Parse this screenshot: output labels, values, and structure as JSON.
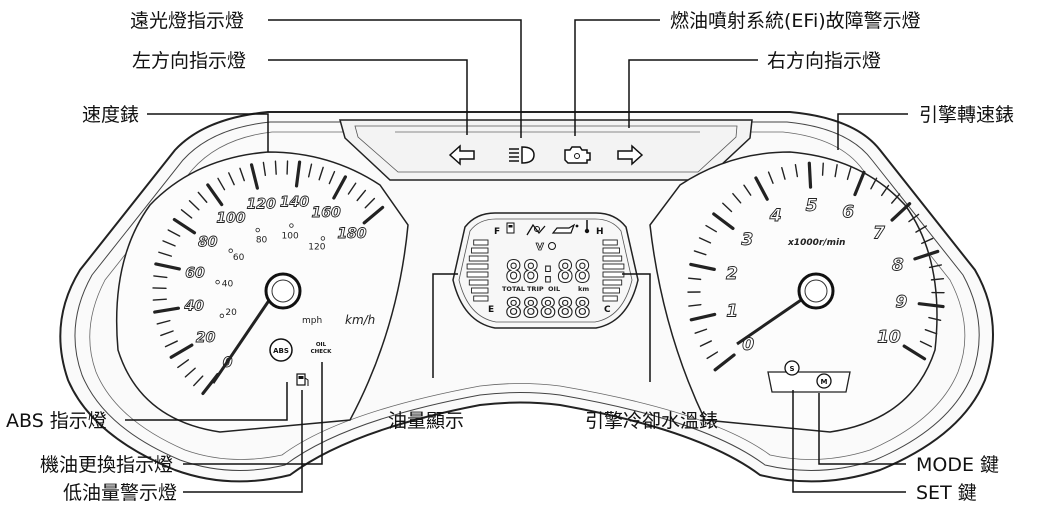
{
  "callouts": {
    "high_beam": "遠光燈指示燈",
    "left_turn": "左方向指示燈",
    "speedometer": "速度錶",
    "efi": "燃油噴射系統(EFi)故障警示燈",
    "right_turn": "右方向指示燈",
    "tachometer": "引擎轉速錶",
    "abs": "ABS 指示燈",
    "oil_change": "機油更換指示燈",
    "low_fuel": "低油量警示燈",
    "fuel_gauge": "油量顯示",
    "coolant": "引擎冷卻水溫錶",
    "mode": "MODE 鍵",
    "set": "SET 鍵"
  },
  "speedometer": {
    "kmh_labels": [
      "0",
      "20",
      "40",
      "60",
      "80",
      "100",
      "120",
      "140",
      "160",
      "180"
    ],
    "mph_labels": [
      "20",
      "40",
      "60",
      "80",
      "100",
      "120"
    ],
    "kmh_unit": "km/h",
    "mph_unit": "mph"
  },
  "tachometer": {
    "labels": [
      "0",
      "1",
      "2",
      "3",
      "4",
      "5",
      "6",
      "7",
      "8",
      "9",
      "10"
    ],
    "unit": "x1000r/min"
  },
  "lcd": {
    "fuel_full": "F",
    "fuel_empty": "E",
    "temp_hot": "H",
    "temp_cold": "C",
    "voltage": "V",
    "digits_top": "88:88",
    "digits_bottom": "88888",
    "total": "TOTAL",
    "trip": "TRIP",
    "oil": "OIL",
    "km": "km"
  },
  "indicators": {
    "abs": "ABS",
    "oil_check_1": "OIL",
    "oil_check_2": "CHECK"
  },
  "buttons": {
    "set": "S",
    "mode": "M"
  }
}
